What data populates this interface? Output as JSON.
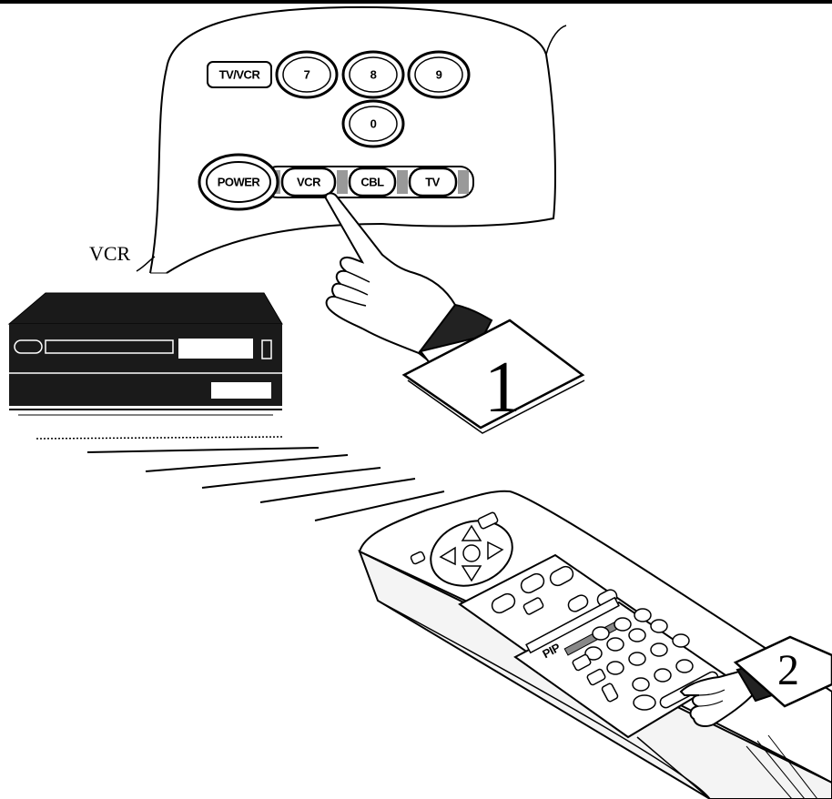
{
  "remote_panel": {
    "buttons": {
      "tv_vcr": "TV/VCR",
      "seven": "7",
      "eight": "8",
      "nine": "9",
      "zero": "0",
      "power": "POWER",
      "vcr": "VCR",
      "cbl": "CBL",
      "tv": "TV"
    }
  },
  "device_label": "VCR",
  "step_badges": {
    "step1": "1",
    "step2": "2"
  },
  "remote": {
    "pip_label": "PIP"
  }
}
